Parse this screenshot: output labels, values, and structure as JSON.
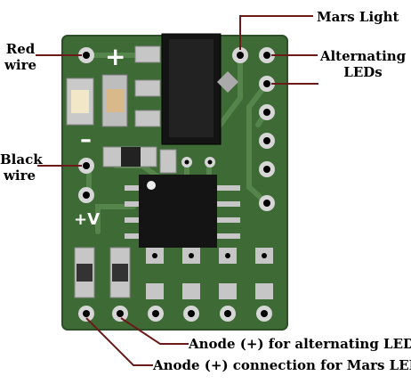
{
  "labels": {
    "red_wire_line1": "Red",
    "red_wire_line2": "wire",
    "black_wire_line1": "Black",
    "black_wire_line2": "wire",
    "mars_light": "Mars Light",
    "alternating_leds_line1": "Alternating",
    "alternating_leds_line2": "LEDs",
    "anode_alternating": "Anode (+) for alternating LEDs",
    "anode_mars": "Anode (+) connection for Mars LED"
  },
  "silkscreen": {
    "plus": "+",
    "minus": "–",
    "plus_v": "+V"
  },
  "colors": {
    "board": "#3d6a35",
    "trace": "#55854b",
    "pad": "#d6d6d6",
    "callout_line": "#6b1a1a",
    "chip": "#141414"
  }
}
